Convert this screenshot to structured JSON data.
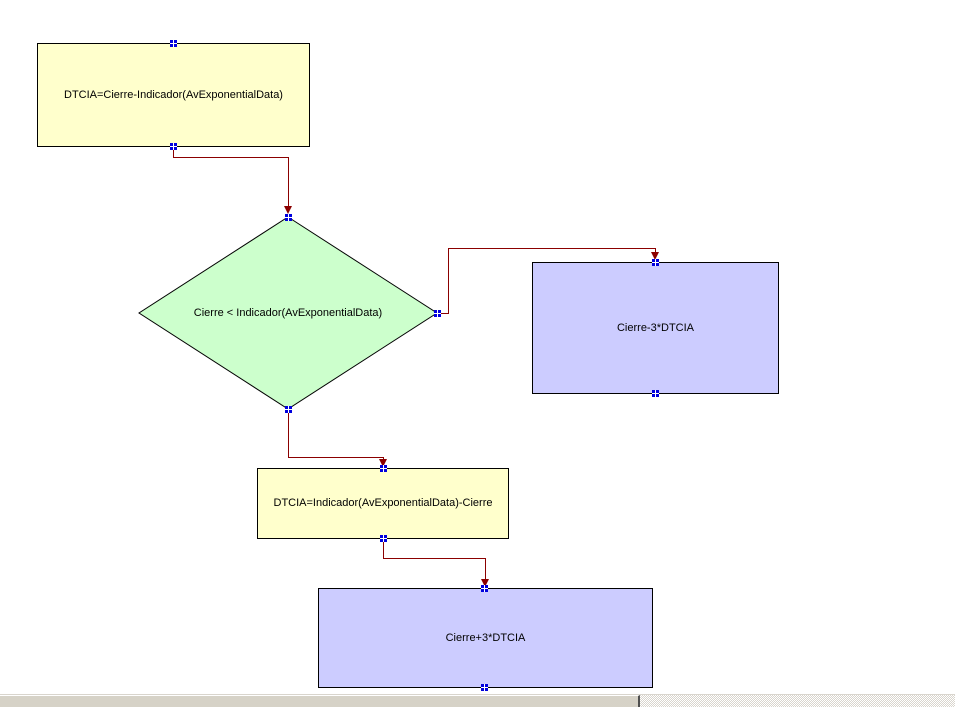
{
  "window": {
    "background": "#ffffff"
  },
  "palette": {
    "connector_color": "#8b0000",
    "handle_color": "#0000dd",
    "node_border": "#000000",
    "process_fill": "#ffffcc",
    "decision_fill": "#ccffcc",
    "terminal_fill": "#ccccff",
    "scrollbar_thumb": "#d6d2c7",
    "scrollbar_track_dither": "#d9d5cd"
  },
  "flowchart": {
    "nodes": [
      {
        "id": "process-1",
        "type": "process",
        "label": "DTCIA=Cierre-Indicador(AvExponentialData)"
      },
      {
        "id": "decision-1",
        "type": "decision",
        "label": "Cierre < Indicador(AvExponentialData)"
      },
      {
        "id": "terminal-1",
        "type": "terminal",
        "label": "Cierre-3*DTCIA"
      },
      {
        "id": "process-2",
        "type": "process",
        "label": "DTCIA=Indicador(AvExponentialData)-Cierre"
      },
      {
        "id": "terminal-2",
        "type": "terminal",
        "label": "Cierre+3*DTCIA"
      }
    ],
    "connectors": [
      {
        "from": "process-1",
        "to": "decision-1"
      },
      {
        "from": "decision-1",
        "to": "terminal-1"
      },
      {
        "from": "decision-1",
        "to": "process-2"
      },
      {
        "from": "process-2",
        "to": "terminal-2"
      }
    ]
  }
}
